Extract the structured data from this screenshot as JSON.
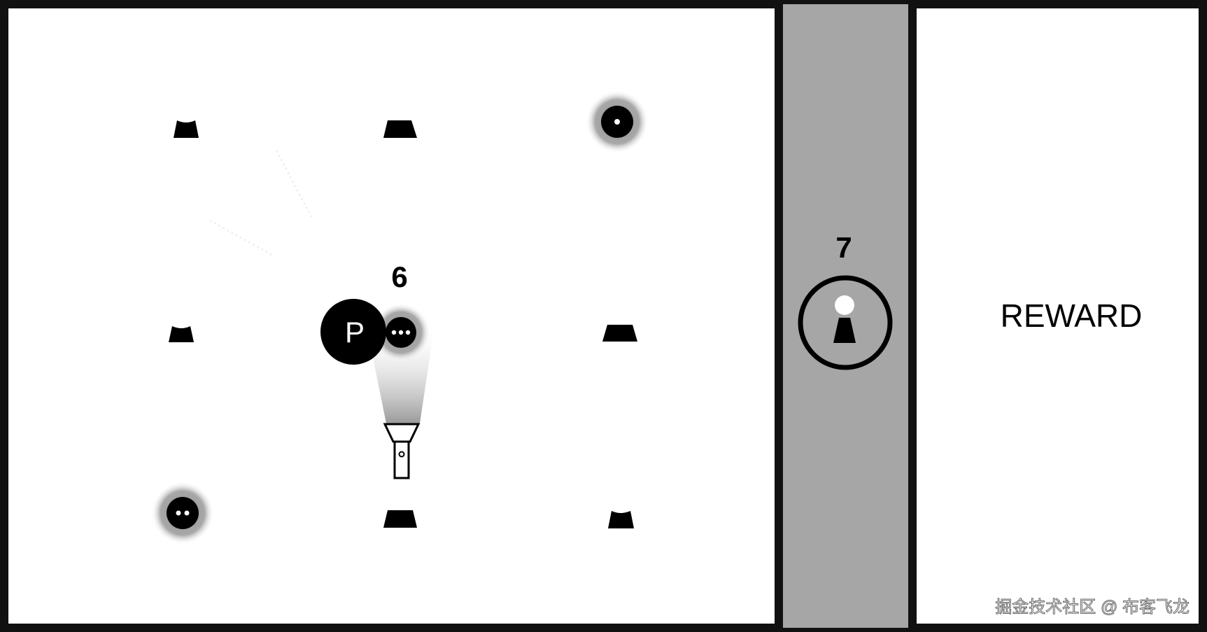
{
  "game": {
    "player_label": "P",
    "player_step_count": "6",
    "door_counter": "7",
    "reward_label": "REWARD",
    "watermark": "掘金技术社区 @ 布客飞龙"
  },
  "colors": {
    "background": "#ffffff",
    "border": "#111111",
    "corridor": "#a6a6a6",
    "token": "#000000",
    "glow": "#9a9a9a"
  },
  "icons": {
    "pedestal": "pedestal-icon",
    "flashlight": "flashlight-icon",
    "lock": "keyhole-lock-icon"
  },
  "tokens": [
    {
      "name": "token-one-pip",
      "pips": 1
    },
    {
      "name": "token-three-pips",
      "pips": 3
    },
    {
      "name": "token-two-pips",
      "pips": 2
    }
  ]
}
